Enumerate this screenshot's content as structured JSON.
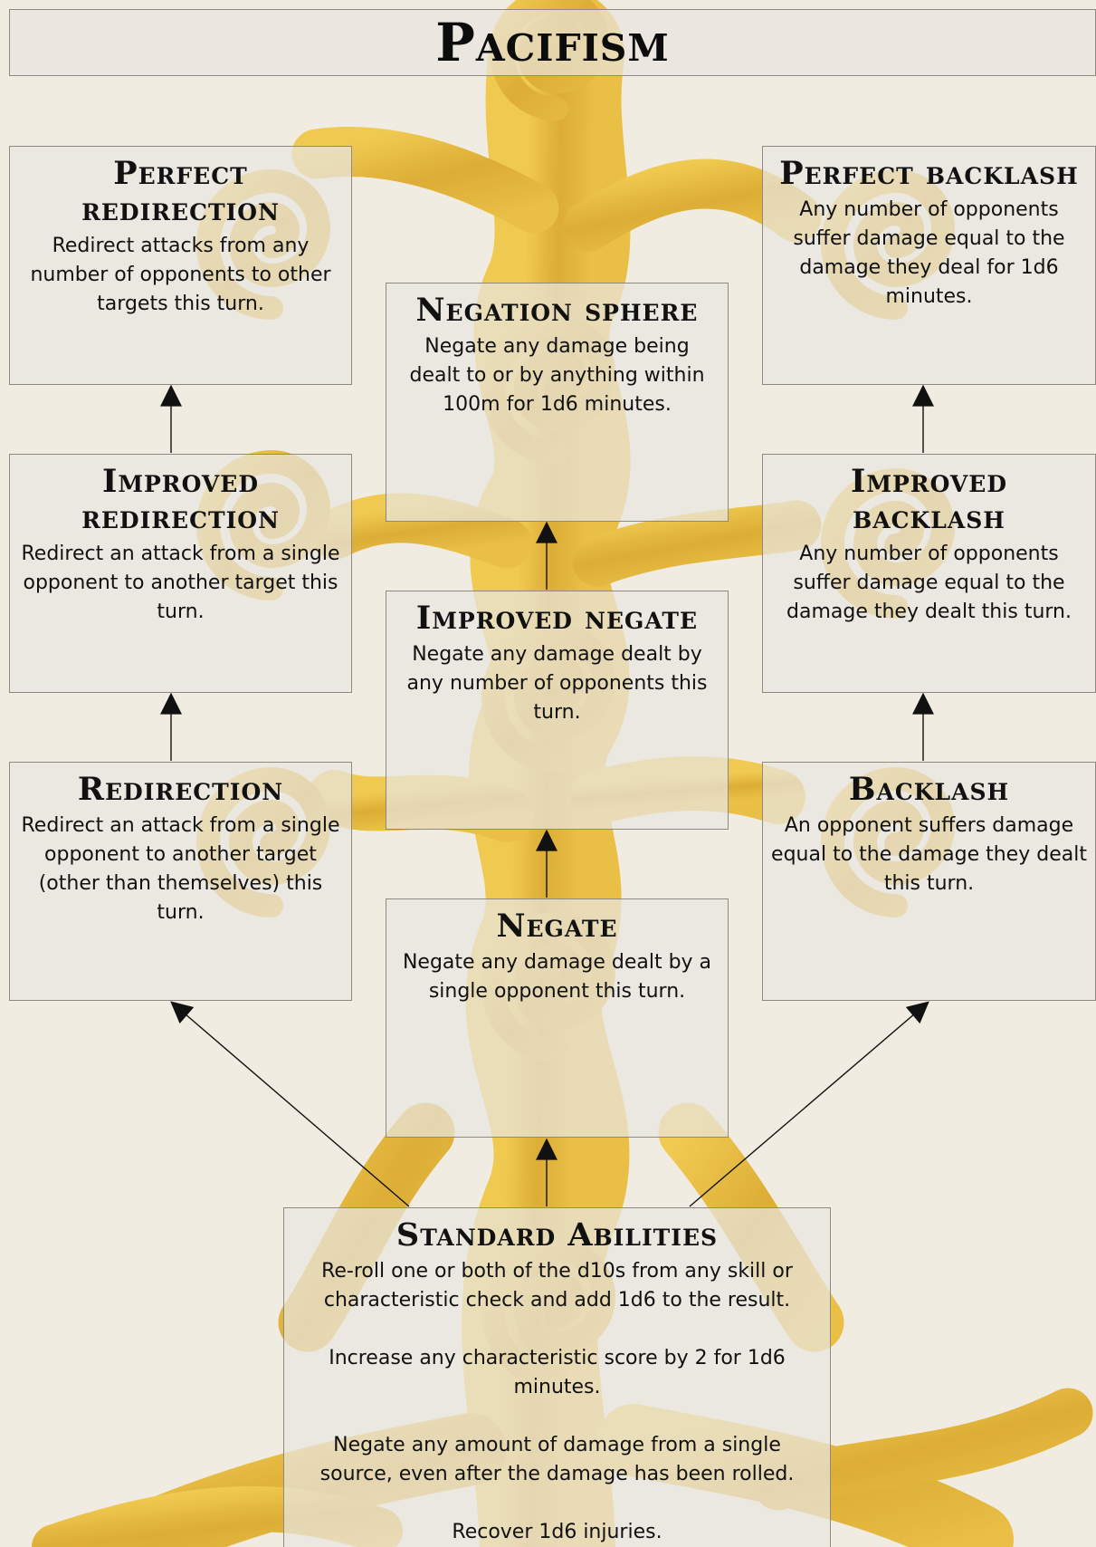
{
  "page": {
    "title": "Pacifism"
  },
  "colors": {
    "background": "#f1ece2",
    "tree_gold": "#e2b338",
    "box_fill": "#e8e6e0",
    "box_border": "#8e8a82",
    "arrow": "#111111"
  },
  "nodes": {
    "perfect_redirection": {
      "title": "Perfect redirection",
      "desc": "Redirect attacks from any number of opponents to other targets this turn."
    },
    "perfect_backlash": {
      "title": "Perfect backlash",
      "desc": "Any number of opponents suffer damage equal to the damage they deal for 1d6 minutes."
    },
    "negation_sphere": {
      "title": "Negation sphere",
      "desc": "Negate any damage being dealt to or by anything within 100m for 1d6 minutes."
    },
    "improved_redirection": {
      "title": "Improved redirection",
      "desc": "Redirect an attack from a single opponent to another target this turn."
    },
    "improved_backlash": {
      "title": "Improved backlash",
      "desc": "Any number of opponents suffer damage equal to the damage they dealt this turn."
    },
    "improved_negate": {
      "title": "Improved negate",
      "desc": "Negate any damage dealt by any number of opponents this turn."
    },
    "redirection": {
      "title": "Redirection",
      "desc": "Redirect an attack from a single opponent to another target (other than themselves) this turn."
    },
    "backlash": {
      "title": "Backlash",
      "desc": "An opponent suffers damage equal to the damage they dealt this turn."
    },
    "negate": {
      "title": "Negate",
      "desc": "Negate any damage dealt by a single opponent this turn."
    },
    "standard_abilities": {
      "title": "Standard Abilities",
      "lines": [
        "Re-roll one or both of the d10s from any skill or characteristic check and add 1d6 to the result.",
        "Increase any characteristic score by 2 for 1d6 minutes.",
        "Negate any amount of damage from a single source, even after the damage has been rolled.",
        "Recover 1d6 injuries."
      ]
    }
  }
}
